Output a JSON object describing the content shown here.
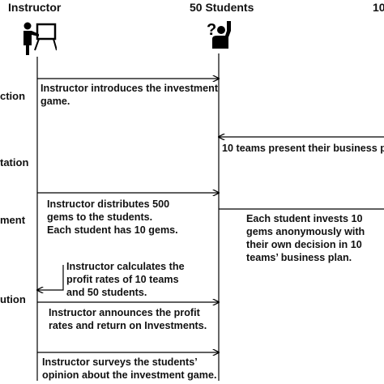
{
  "actors": {
    "instructor": "Instructor",
    "students": "50 Students",
    "teams_partial": "10"
  },
  "phases": {
    "p1": "ction",
    "p2": "tation",
    "p3": "ment",
    "p4": "ution"
  },
  "messages": {
    "m1": [
      "Instructor introduces the investment",
      "game."
    ],
    "m2": [
      "10 teams present their business pl"
    ],
    "m3": [
      "Instructor distributes 500",
      "gems to the students.",
      "Each student has 10 gems."
    ],
    "m4": [
      "Each student invests 10",
      "gems anonymously with",
      "their own decision in 10",
      "teams’ business plan."
    ],
    "m5": [
      "Instructor calculates the",
      "profit rates of 10 teams",
      "and 50 students."
    ],
    "m6": [
      "Instructor announces the profit",
      "rates and return on Investments."
    ],
    "m7": [
      "Instructor surveys the students’",
      "opinion about the investment game."
    ]
  },
  "icons": {
    "instructor": "presenter-at-board-icon",
    "students": "student-question-raising-hand-icon"
  }
}
